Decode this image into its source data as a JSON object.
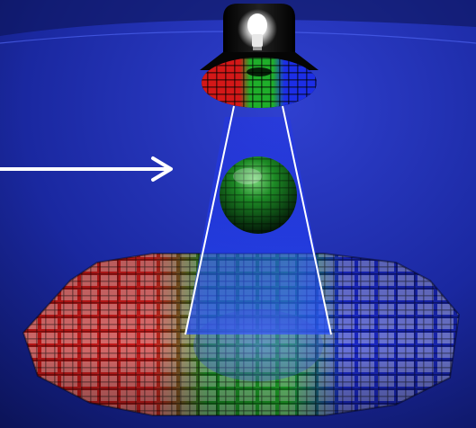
{
  "scene": {
    "background_top": "#2c3cc8",
    "background_bottom": "#0b1250",
    "accent_glow": "#3a4fe0",
    "arrow_color": "#ffffff",
    "filter_colors": [
      "#d41818",
      "#1fae2a",
      "#1c2ee6"
    ],
    "beam_color": "#2a4cff",
    "icons": [
      "light-bulb-icon",
      "lamp-housing",
      "color-filter-grid",
      "sphere",
      "light-beam",
      "floor-grid",
      "shadow",
      "pointer-arrow"
    ]
  }
}
